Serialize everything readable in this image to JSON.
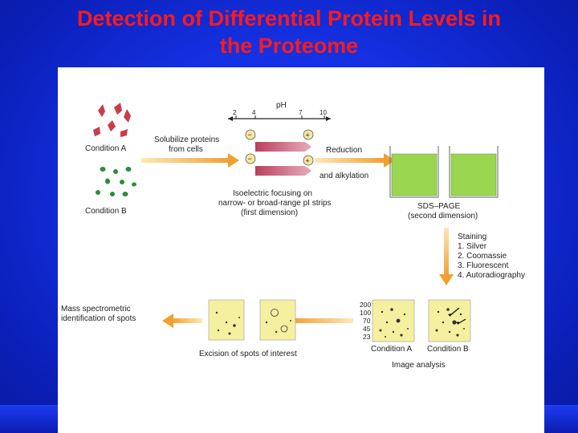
{
  "slide": {
    "title_line1": "Detection of Differential Protein Levels in",
    "title_line2": "the Proteome",
    "title_color": "#ff1a1a",
    "background_color": "#1430e0"
  },
  "diagram": {
    "condition_a": "Condition A",
    "condition_b": "Condition B",
    "solubilize_1": "Solubilize proteins",
    "solubilize_2": "from cells",
    "ph_label": "pH",
    "ph_ticks": [
      "2",
      "4",
      "7",
      "10"
    ],
    "minus_sign": "−",
    "plus_sign": "+",
    "ief_1": "Isoelectric focusing on",
    "ief_2": "narrow- or broad-range pI strips",
    "ief_3": "(first dimension)",
    "reduction": "Reduction",
    "alkylation": "and alkylation",
    "sds_1": "SDS–PAGE",
    "sds_2": "(second dimension)",
    "staining_title": "Staining",
    "staining_items": [
      "1. Silver",
      "2. Coomassie",
      "3. Fluorescent",
      "4. Autoradiography"
    ],
    "mw_ticks": [
      "200",
      "100",
      "70",
      "45",
      "23"
    ],
    "cond_a_gel": "Condition A",
    "cond_b_gel": "Condition B",
    "image_analysis": "Image analysis",
    "excision": "Excision of spots of interest",
    "ms_1": "Mass spectrometric",
    "ms_2": "identification of spots",
    "colors": {
      "arrow": "#f0a030",
      "gel": "#9bd651",
      "strip": "#c4506e",
      "spot_panel": "#f5f0a0",
      "cells_a": "#c83c4a",
      "cells_b": "#2e8a3e"
    }
  }
}
